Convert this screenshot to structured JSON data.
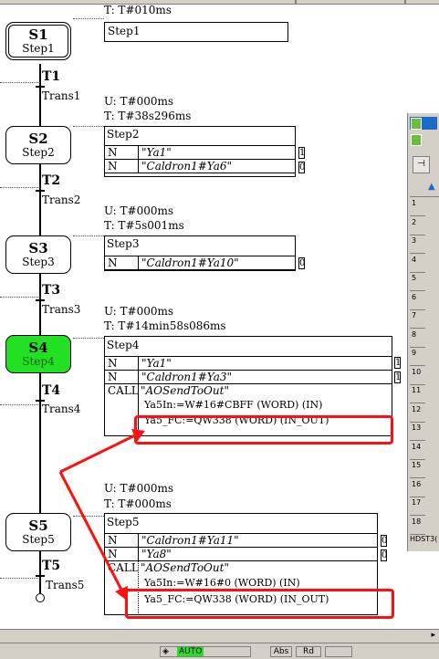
{
  "sfc": {
    "first_time": "T: T#010ms",
    "steps": [
      {
        "num": "S1",
        "name": "Step1",
        "title": "Step1"
      },
      {
        "num": "S2",
        "name": "Step2",
        "title": "Step2",
        "u": "U: T#000ms",
        "t": "T: T#38s296ms",
        "actions": [
          {
            "q": "N",
            "op": "\"Ya1\"",
            "v": "1"
          },
          {
            "q": "N",
            "op": "\"Caldron1#Ya6\"",
            "v": "0"
          }
        ]
      },
      {
        "num": "S3",
        "name": "Step3",
        "title": "Step3",
        "u": "U: T#000ms",
        "t": "T: T#5s001ms",
        "actions": [
          {
            "q": "N",
            "op": "\"Caldron1#Ya10\"",
            "v": "0"
          }
        ]
      },
      {
        "num": "S4",
        "name": "Step4",
        "title": "Step4",
        "u": "U: T#000ms",
        "t": "T: T#14min58s086ms",
        "actions": [
          {
            "q": "N",
            "op": "\"Ya1\"",
            "v": "1"
          },
          {
            "q": "N",
            "op": "\"Caldron1#Ya3\"",
            "v": "1"
          }
        ],
        "call": {
          "q": "CALL",
          "fn": "\"AOSendToOut\"",
          "p1": "Ya5In:=W#16#CBFF (WORD)   (IN)",
          "p2": "Ya5_FC:=QW338     (WORD)   (IN_OUT)"
        }
      },
      {
        "num": "S5",
        "name": "Step5",
        "title": "Step5",
        "u": "U: T#000ms",
        "t": "T: T#000ms",
        "actions": [
          {
            "q": "N",
            "op": "\"Caldron1#Ya11\"",
            "v": "0"
          },
          {
            "q": "N",
            "op": "\"Ya8\"",
            "v": "0"
          }
        ],
        "call": {
          "q": "CALL",
          "fn": "\"AOSendToOut\"",
          "p1": "Ya5In:=W#16#0   (WORD)   (IN)",
          "p2": "Ya5_FC:=QW338    (WORD)   (IN_OUT)"
        }
      }
    ],
    "transitions": [
      {
        "num": "T1",
        "name": "Trans1"
      },
      {
        "num": "T2",
        "name": "Trans2"
      },
      {
        "num": "T3",
        "name": "Trans3"
      },
      {
        "num": "T4",
        "name": "Trans4"
      },
      {
        "num": "T5",
        "name": "Trans5"
      }
    ]
  },
  "colors": {
    "active_step": "#22e022",
    "highlight": "#ff1010"
  },
  "right_panel": {
    "rows": [
      "1",
      "2",
      "3",
      "4",
      "5",
      "6",
      "7",
      "8",
      "9",
      "10",
      "11",
      "12",
      "13",
      "14",
      "15",
      "16",
      "17",
      "18"
    ],
    "footer": "HDST3("
  },
  "statusbar": {
    "mode": "AUTO",
    "abs": "Abs",
    "rd": "Rd"
  }
}
